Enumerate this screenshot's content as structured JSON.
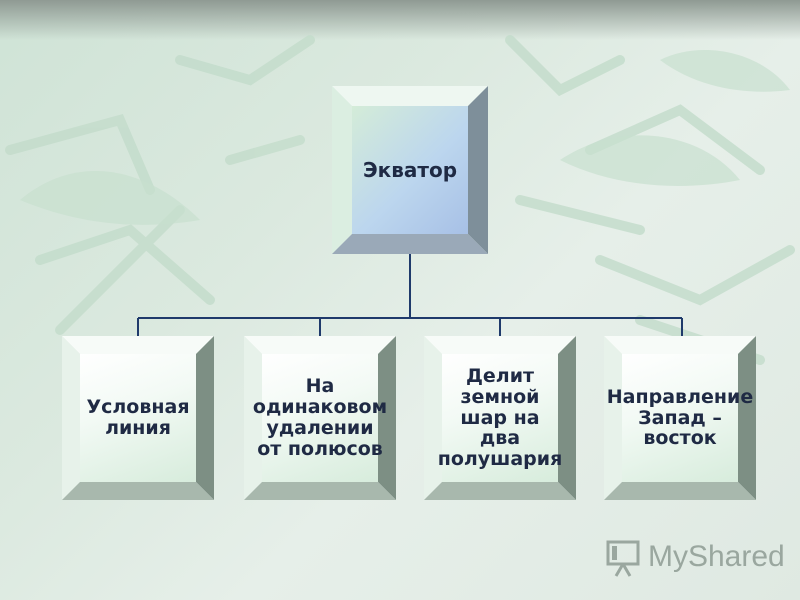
{
  "diagram": {
    "root": {
      "label": "Экватор"
    },
    "children": [
      {
        "label": "Условная линия"
      },
      {
        "label": "На одинаковом удалении от полюсов"
      },
      {
        "label": "Делит земной шар на два полушария"
      },
      {
        "label": "Направление Запад – восток"
      }
    ],
    "connector_color": "#1f3a6b"
  },
  "watermark": {
    "text": "MyShared"
  }
}
